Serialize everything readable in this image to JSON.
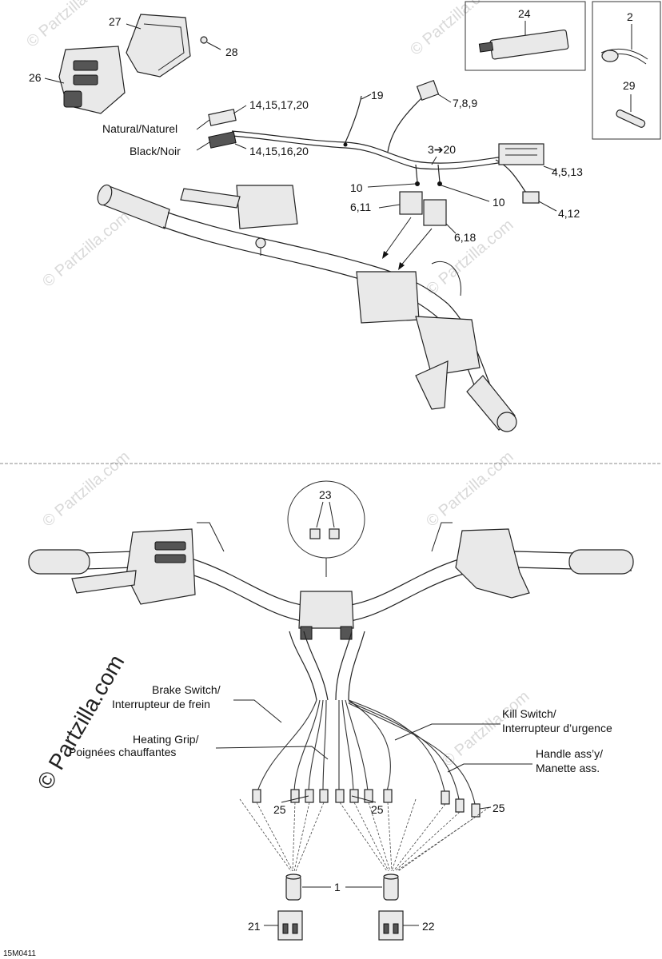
{
  "diagram": {
    "code": "15M0411",
    "watermark": "© Partzilla.com",
    "callouts": {
      "c2": "2",
      "c29": "29",
      "c24": "24",
      "c27": "27",
      "c28": "28",
      "c26": "26",
      "c19": "19",
      "c789": "7,8,9",
      "c14_15_17_20": "14,15,17,20",
      "c14_15_16_20": "14,15,16,20",
      "c3to20": "3➔20",
      "c4_5_13": "4,5,13",
      "c10a": "10",
      "c10b": "10",
      "c4_12": "4,12",
      "c6_11": "6,11",
      "c6_18": "6,18",
      "c23": "23",
      "c25a": "25",
      "c25b": "25",
      "c25c": "25",
      "c1": "1",
      "c21": "21",
      "c22": "22"
    },
    "labels": {
      "natural": "Natural/Naturel",
      "black": "Black/Noir",
      "brake1": "Brake Switch/",
      "brake2": "Interrupteur de frein",
      "heat1": "Heating Grip/",
      "heat2": "Poignées chauffantes",
      "kill1": "Kill Switch/",
      "kill2": "Interrupteur d’urgence",
      "handle1": "Handle ass’y/",
      "handle2": "Manette ass."
    }
  }
}
